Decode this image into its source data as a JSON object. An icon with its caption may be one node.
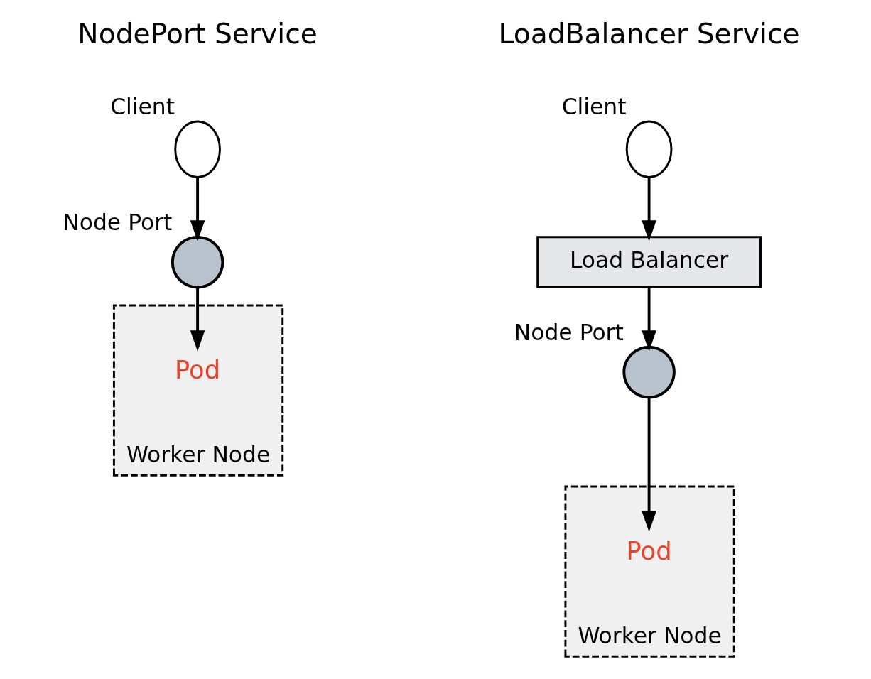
{
  "diagram": {
    "nodes": [
      {
        "text": [],
        "shape": "person",
        "beside": [
          "Client"
        ]
      },
      {
        "text": [],
        "shape": "circle",
        "beside": [
          "Node Port"
        ]
      },
      {
        "text": [
          "Worker Node"
        ]
      },
      {
        "text": [
          "Pod"
        ],
        "in": 2
      },
      {
        "text": [],
        "shape": "person",
        "beside": [
          "Client"
        ]
      },
      {
        "text": [
          "Load Balancer"
        ]
      },
      {
        "text": [],
        "shape": "circle",
        "beside": [
          "Node Port"
        ]
      },
      {
        "text": [
          "Worker Node"
        ]
      },
      {
        "text": [
          "Pod"
        ],
        "in": 7
      }
    ],
    "edges": [
      {
        "from": 0,
        "to": 1,
        "arrow": "to"
      },
      {
        "from": 1,
        "to": 3,
        "arrow": "to"
      },
      {
        "from": 4,
        "to": 5,
        "arrow": "to"
      },
      {
        "from": 5,
        "to": 6,
        "arrow": "to"
      },
      {
        "from": 6,
        "to": 8,
        "arrow": "to"
      }
    ],
    "labels": [
      "NodePort Service",
      "LoadBalancer Service"
    ]
  }
}
